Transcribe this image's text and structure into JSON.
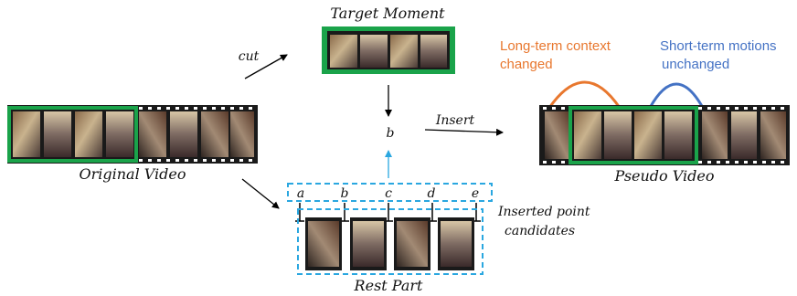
{
  "labels": {
    "target_moment": "Target Moment",
    "original_video": "Original Video",
    "pseudo_video": "Pseudo Video",
    "rest_part": "Rest Part",
    "cut": "cut",
    "insert": "Insert",
    "b_insert": "b",
    "inserted_point_line1": "Inserted point",
    "inserted_point_line2": "candidates",
    "long_term_line1": "Long-term context",
    "long_term_line2": "changed",
    "short_term_line1": "Short-term motions",
    "short_term_line2": "unchanged"
  },
  "insert_points": [
    "a",
    "b",
    "c",
    "d",
    "e"
  ],
  "colors": {
    "green_box": "#1aa34a",
    "blue_dashed": "#2aa7e0",
    "orange": "#e8772e",
    "blue": "#4472c4",
    "arrow": "#000000",
    "film": "#1a1a1a"
  }
}
